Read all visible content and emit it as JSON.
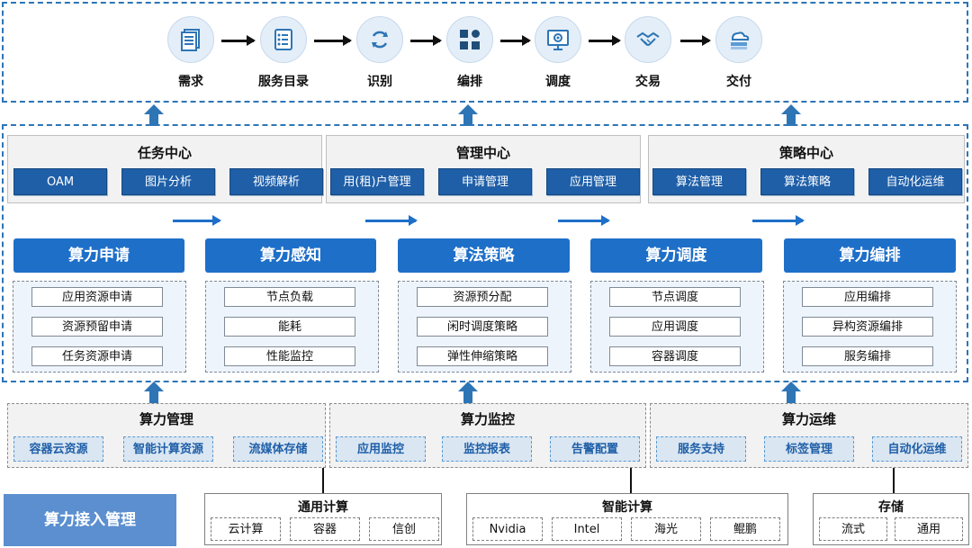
{
  "flow": [
    {
      "label": "需求",
      "icon": "document-stack-icon"
    },
    {
      "label": "服务目录",
      "icon": "checklist-icon"
    },
    {
      "label": "识别",
      "icon": "refresh-icon"
    },
    {
      "label": "编排",
      "icon": "grid-blocks-icon"
    },
    {
      "label": "调度",
      "icon": "monitor-target-icon"
    },
    {
      "label": "交易",
      "icon": "handshake-icon"
    },
    {
      "label": "交付",
      "icon": "cloud-server-icon"
    }
  ],
  "centers": [
    {
      "title": "任务中心",
      "items": [
        "OAM",
        "图片分析",
        "视频解析"
      ]
    },
    {
      "title": "管理中心",
      "items": [
        "用(租)户管理",
        "申请管理",
        "应用管理"
      ]
    },
    {
      "title": "策略中心",
      "items": [
        "算法管理",
        "算法策略",
        "自动化运维"
      ]
    }
  ],
  "stages": [
    {
      "title": "算力申请",
      "items": [
        "应用资源申请",
        "资源预留申请",
        "任务资源申请"
      ]
    },
    {
      "title": "算力感知",
      "items": [
        "节点负载",
        "能耗",
        "性能监控"
      ]
    },
    {
      "title": "算法策略",
      "items": [
        "资源预分配",
        "闲时调度策略",
        "弹性伸缩策略"
      ]
    },
    {
      "title": "算力调度",
      "items": [
        "节点调度",
        "应用调度",
        "容器调度"
      ]
    },
    {
      "title": "算力编排",
      "items": [
        "应用编排",
        "异构资源编排",
        "服务编排"
      ]
    }
  ],
  "management": [
    {
      "title": "算力管理",
      "items": [
        "容器云资源",
        "智能计算资源",
        "流媒体存储"
      ]
    },
    {
      "title": "算力监控",
      "items": [
        "应用监控",
        "监控报表",
        "告警配置"
      ]
    },
    {
      "title": "算力运维",
      "items": [
        "服务支持",
        "标签管理",
        "自动化运维"
      ]
    }
  ],
  "access_label": "算力接入管理",
  "resources": [
    {
      "title": "通用计算",
      "items": [
        "云计算",
        "容器",
        "信创"
      ]
    },
    {
      "title": "智能计算",
      "items": [
        "Nvidia",
        "Intel",
        "海光",
        "鲲鹏"
      ]
    },
    {
      "title": "存储",
      "items": [
        "流式",
        "通用"
      ]
    }
  ],
  "colors": {
    "primary": "#1e6fc8",
    "dark_blue": "#1f5fa8",
    "light_blue_bg": "#eef4fb",
    "gray_bg": "#f2f2f2",
    "access_bg": "#5b8fd0"
  }
}
